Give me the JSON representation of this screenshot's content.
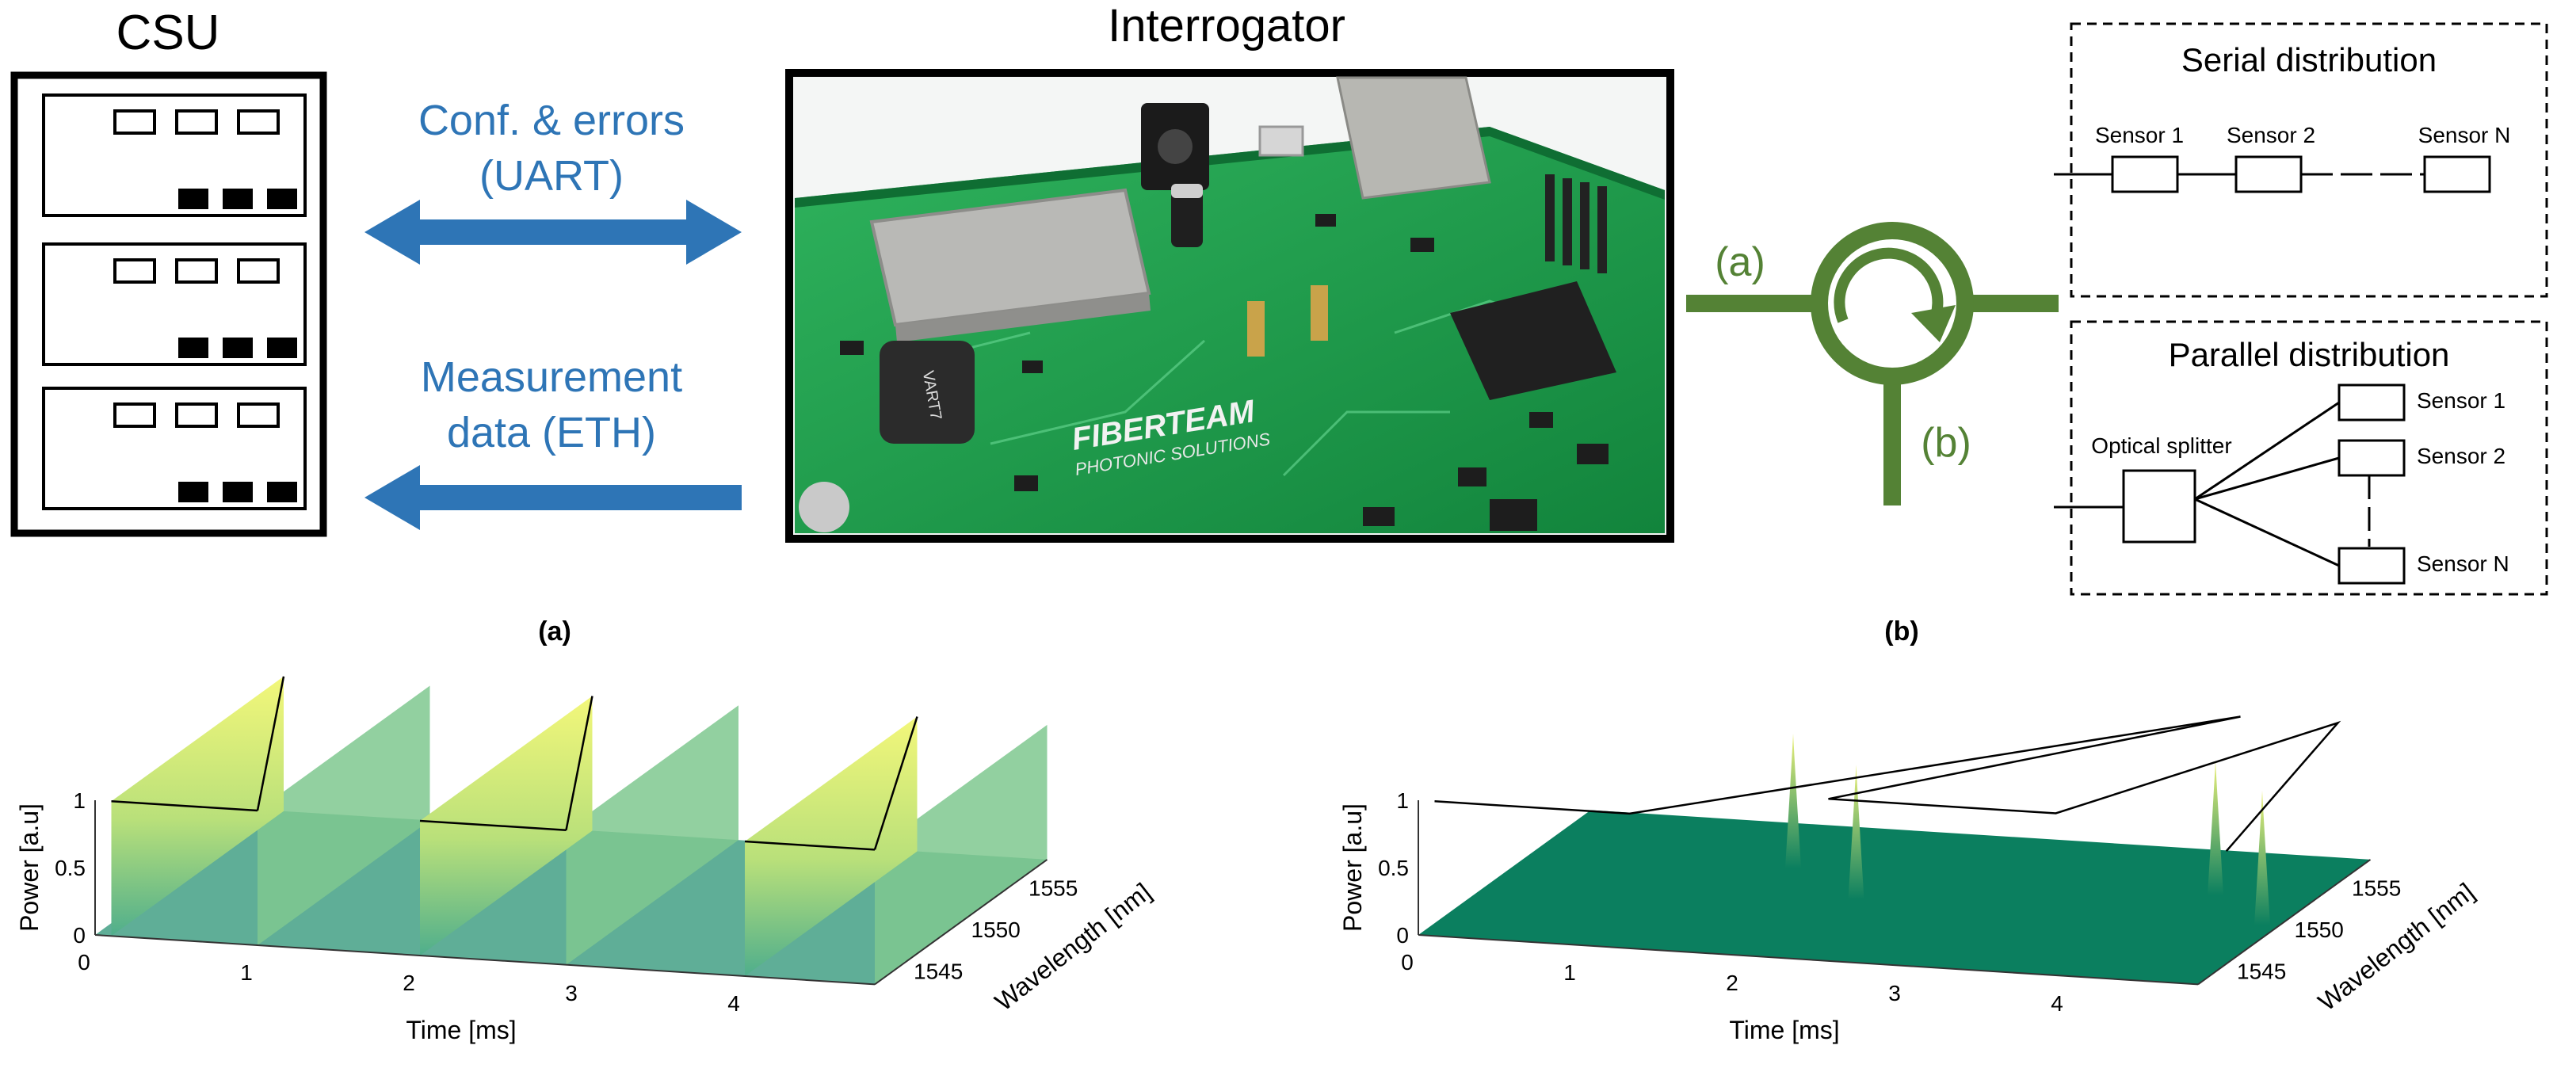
{
  "csu": {
    "title": "CSU"
  },
  "interrogator": {
    "title": "Interrogator",
    "board_brand": "FIBERTEAM",
    "board_subtitle": "PHOTONIC SOLUTIONS",
    "inductor_marking": "VART7"
  },
  "links": {
    "config_line1": "Conf. & errors",
    "config_line2": "(UART)",
    "measure_line1": "Measurement",
    "measure_line2": "data (ETH)"
  },
  "circulator": {
    "port_a": "(a)",
    "port_b": "(b)"
  },
  "serial": {
    "title": "Serial distribution",
    "sensors": [
      "Sensor 1",
      "Sensor 2",
      "Sensor N"
    ]
  },
  "parallel": {
    "title": "Parallel distribution",
    "splitter": "Optical splitter",
    "sensors": [
      "Sensor 1",
      "Sensor 2",
      "Sensor N"
    ]
  },
  "colors": {
    "arrow_blue": "#2e75b6",
    "circulator_green": "#548235",
    "pcb_green": "#1e9a4a",
    "surface_yellow": "#f0f57a",
    "floor_teal": "#5fae97",
    "floor_dark": "#0b7f5f"
  },
  "chart_data": [
    {
      "type": "surface",
      "panel_label": "(a)",
      "xlabel": "Time [ms]",
      "ylabel": "Wavelength [nm]",
      "zlabel": "Power [a.u]",
      "x_ticks": [
        "0",
        "1",
        "2",
        "3",
        "4"
      ],
      "y_ticks": [
        "1545",
        "1550",
        "1555"
      ],
      "z_ticks": [
        "0",
        "0.5",
        "1"
      ],
      "xlim": [
        0,
        4.8
      ],
      "ylim": [
        1543,
        1558
      ],
      "zlim": [
        0,
        1
      ],
      "pulses_time_ms": [
        [
          0.1,
          1.0
        ],
        [
          2.0,
          2.9
        ],
        [
          4.0,
          4.8
        ]
      ],
      "sweep_wavelength_nm": [
        1543,
        1558
      ],
      "peak_power": 1
    },
    {
      "type": "surface",
      "panel_label": "(b)",
      "xlabel": "Time [ms]",
      "ylabel": "Wavelength [nm]",
      "zlabel": "Power [a.u]",
      "x_ticks": [
        "0",
        "1",
        "2",
        "3",
        "4"
      ],
      "y_ticks": [
        "1545",
        "1550",
        "1555"
      ],
      "z_ticks": [
        "0",
        "0.5",
        "1"
      ],
      "xlim": [
        0,
        4.8
      ],
      "ylim": [
        1543,
        1558
      ],
      "zlim": [
        0,
        1
      ],
      "peaks": [
        {
          "t": 1.6,
          "wl": 1553,
          "power": 1
        },
        {
          "t": 2.2,
          "wl": 1550,
          "power": 1
        },
        {
          "t": 4.2,
          "wl": 1553,
          "power": 1
        },
        {
          "t": 4.7,
          "wl": 1550,
          "power": 1
        }
      ]
    }
  ]
}
